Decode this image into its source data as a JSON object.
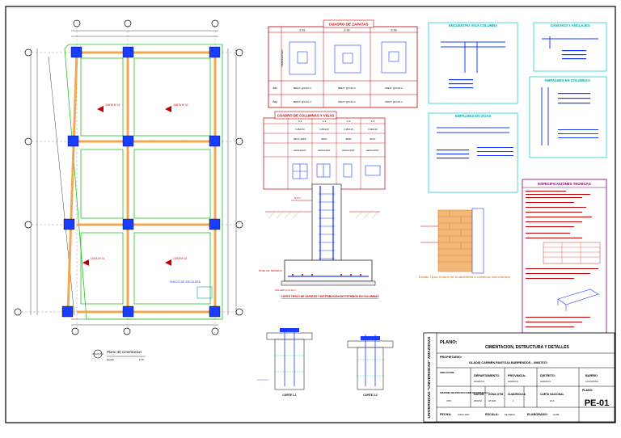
{
  "plan": {
    "section_labels": [
      "JUNTA Nº 01",
      "JUNTA Nº 02",
      "LOSA Nº 01",
      "LOSA Nº 02"
    ],
    "stair_label": "HUECO DE ESCALERA",
    "plan_title": "Plano de cimentacion",
    "plan_scale": "Escala",
    "plan_scale_value": "1/75"
  },
  "zapatas": {
    "title": "CUADRO DE ZAPATAS",
    "columns": [
      "Z-01",
      "Z-02",
      "Z-03"
    ],
    "row_label": "DIMENSIONES",
    "rows": [
      {
        "label": "Asx",
        "values": [
          "8Ø1/2\" @0.20 m",
          "8Ø1/2\" @0.20 m",
          "7Ø1/2\" @0.20 m"
        ]
      },
      {
        "label": "Asy",
        "values": [
          "8Ø1/2\" @0.20 m",
          "7Ø1/2\" @0.20 m",
          "7Ø1/2\" @0.20 m"
        ]
      }
    ]
  },
  "columnas": {
    "title": "CUADRO DE COLUMNAS Y VIGAS",
    "columns": [
      "C-1",
      "C-2",
      "C-3",
      "C-4"
    ],
    "rows": [
      [
        "0.25x0.30",
        "0.25x0.25",
        "0.15x0.25",
        "0.30x0.30"
      ],
      [
        "4Ø1/2\"+2Ø3/8\"",
        "4Ø1/2\"",
        "4Ø3/8\"",
        "6Ø1/2\""
      ],
      [
        "Estribos Ø1/4\"",
        "Estribos Ø1/4\"",
        "Estribos Ø1/4\"",
        "Estribos Ø1/4\""
      ]
    ]
  },
  "detail": {
    "caption": "CORTE TIPICO DE ZAPATAS Y DISTRIBUCION DE ESTRIBOS EN COLUMNAS",
    "label_npt": "N.P.T.",
    "label_nivel": "NIVEL DE TERRENO",
    "label_solado": "SOLADO e=0.10 m"
  },
  "masonry_note": "Detalle Tipico Amarre de la albañileria a columnas estructurales",
  "specs": {
    "encuentro": "ENCUENTRO VIGA COLUMNA",
    "ganchos": "GANCHOS Y ANCLAJES",
    "empalmes_vigas": "EMPALMES EN VIGAS",
    "empalmes_columnas": "EMPALMES EN COLUMNAS",
    "tecnicas_title": "ESPECIFICACIONES TECNICAS"
  },
  "cortes": {
    "corte1": "CORTE 1-1",
    "corte2": "CORTE 2-2"
  },
  "titleblock": {
    "side_text": "UNIVERSIDAD \"UNIVERSIDAD\" AMAZONAS",
    "plano_label": "PLANO:",
    "plano_title": "CIMENTACION, ESTRUCTURA Y DETALLES",
    "propietario_label": "PROPIETARIO:",
    "propietario": "GLADIS CARMEN PANTOJA BARRENDOS - 40667570",
    "ubicacion": "UBICACION:",
    "departamento": "DEPARTAMENTO",
    "departamento_val": "HUANUCO",
    "provincia": "PROVINCIA:",
    "provincia_val": "HUANUCO",
    "distrito": "DISTRITO:",
    "distrito_val": "HUANUCO",
    "barrio": "BARRIO",
    "barrio_val": "CAYHUAYNA",
    "sistema": "SISTEMA DE PROYECCION GEOGRAFICA",
    "sistema_val": "UTM",
    "datum": "DATUM",
    "datum_val": "WGS 84",
    "zona": "ZONA UTM",
    "zona_val": "18 SUR",
    "cuadricula": "CUADRICULA",
    "cuadricula_val": "1",
    "carta": "CARTA NACIONAL",
    "carta_val": "20-K",
    "plano_num_label": "PLANO:",
    "plano_num": "PE-01",
    "fecha_label": "FECHA:",
    "fecha_val": "JUNIO 2023",
    "escala_label": "ESCALA:",
    "escala_val": "SE INDICA",
    "elaborado_label": "ELABORADO:",
    "elaborado_val": "GCPB"
  },
  "colors": {
    "frame": "#000000",
    "accent_red": "#c00000",
    "accent_blue": "#1a3cff",
    "accent_green": "#00b000",
    "accent_orange": "#f0a040",
    "accent_magenta": "#800060",
    "cyan": "#00c8c8"
  }
}
